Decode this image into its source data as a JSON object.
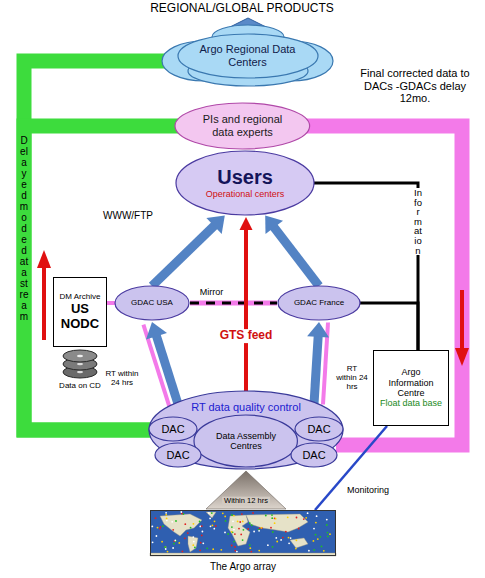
{
  "diagram": {
    "title": "REGIONAL/GLOBAL PRODUCTS",
    "nodes": [
      {
        "text": [
          "Argo Regional Data Centers"
        ]
      },
      {
        "text": [
          "PIs and regional data experts"
        ]
      },
      {
        "text": [
          "Users",
          "Operational centers"
        ]
      },
      {
        "text": [
          "DM Archive",
          "US NODC"
        ]
      },
      {
        "text": [
          "GDAC USA"
        ]
      },
      {
        "text": [
          "GDAC France"
        ]
      },
      {
        "text": [
          "Argo Information Centre",
          "Float data base"
        ]
      },
      {
        "text": [
          "RT data quality control"
        ]
      },
      {
        "text": [
          "DAC"
        ],
        "in": 7
      },
      {
        "text": [
          "Data Assembly Centres"
        ],
        "in": 7
      },
      {
        "text": [
          "DAC"
        ],
        "in": 7
      },
      {
        "text": [
          "DAC"
        ],
        "in": 7
      },
      {
        "text": [
          "DAC"
        ],
        "in": 7
      },
      {
        "text": [
          "The Argo array"
        ]
      }
    ],
    "edges": [
      {
        "from": 7,
        "to": 0,
        "arrow": "none"
      },
      {
        "from": 7,
        "to": 1,
        "arrow": "none"
      },
      {
        "from": 1,
        "to": 7,
        "arrow": "none"
      },
      {
        "from": 2,
        "to": 6,
        "arrow": "none"
      },
      {
        "from": 5,
        "to": 6,
        "arrow": "none"
      },
      {
        "from": 4,
        "to": 5,
        "label": "Mirror",
        "arrow": "none"
      },
      {
        "from": 4,
        "to": 2,
        "label": "WWW/FTP",
        "arrow": "to"
      },
      {
        "from": 5,
        "to": 2,
        "arrow": "to"
      },
      {
        "from": 7,
        "to": 2,
        "label": "GTS feed",
        "arrow": "to"
      },
      {
        "from": 7,
        "to": 4,
        "label": "RT within 24 hrs",
        "arrow": "to"
      },
      {
        "from": 7,
        "to": 5,
        "label": "RT within 24 hrs",
        "arrow": "to"
      },
      {
        "from": 3,
        "to": 4,
        "arrow": "none"
      },
      {
        "from": 13,
        "to": 7,
        "label": "Within 12 hrs",
        "arrow": "to"
      },
      {
        "from": 13,
        "to": 6,
        "label": "Monitoring",
        "arrow": "none"
      }
    ],
    "labels": [
      "Final corrected data to DACs -GDACs delay 12mo.",
      "Delayed mode data stream",
      "Information",
      "Data on CD"
    ]
  }
}
